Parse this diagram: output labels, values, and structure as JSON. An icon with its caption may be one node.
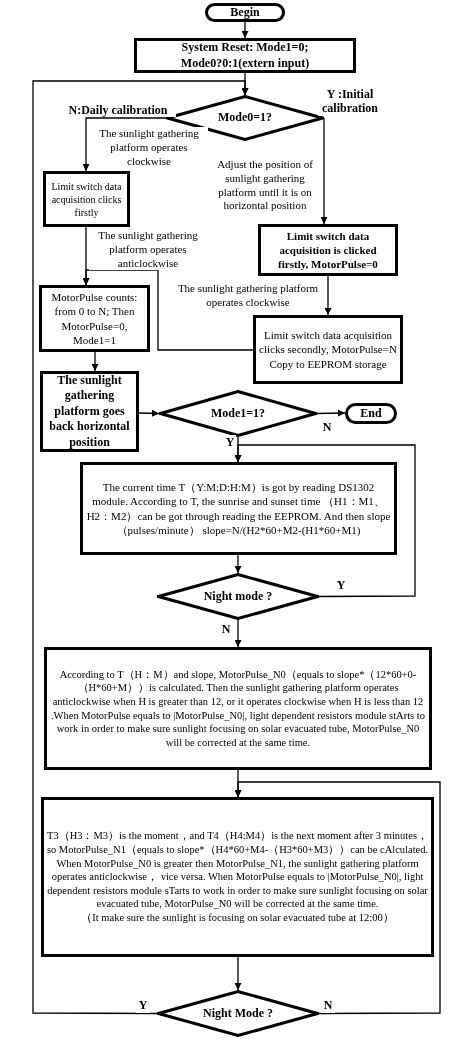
{
  "diagram": {
    "nodes": [
      {
        "text": [
          "Begin"
        ]
      },
      {
        "text": [
          "System Reset: Mode1=0; Mode0?0:1(extern input)"
        ]
      },
      {
        "text": [
          "Mode0=1?"
        ]
      },
      {
        "text": [
          "Limit switch data acquisition clicks firstly"
        ]
      },
      {
        "text": [
          "**Limit switch** data **acquisition is clicked firstly,** MotorPulse=0"
        ]
      },
      {
        "text": [
          "MotorPulse counts: from 0 to N; Then MotorPulse=0, Mode1=1"
        ]
      },
      {
        "text": [
          "Limit switch data acquisition clicks secondly, MotorPulse=N Copy to EEPROM storage"
        ]
      },
      {
        "text": [
          "The sunlight gathering platform goes back horizontal position"
        ]
      },
      {
        "text": [
          "Mode1=1?"
        ]
      },
      {
        "text": [
          "End"
        ]
      },
      {
        "text": [
          "The current time T（Y:M:D:H:M）is got by reading DS1302 module. According to T, the sunrise and sunset time （H1：M1、H2：M2）can be got through reading the EEPROM. And then slope（pulses/minute） slope=N/(H2*60+M2-(H1*60+M1)"
        ]
      },
      {
        "text": [
          "Night mode ?"
        ]
      },
      {
        "text": [
          "According to T（H：M）and slope, MotorPulse_N0（equals to slope*（12*60+0-（H*60+M））is calculated. Then the sunlight gathering platform operates anticlockwise when H is greater than 12, or it operates clockwise when H is less than 12 .When MotorPulse equals to |MotorPulse_N0|, light dependent resistors module stArts to work in order to make sure sunlight focusing on solar evacuated tube, MotorPulse_N0 will be corrected at the same time."
        ]
      },
      {
        "text": [
          "T3（H3：M3）is the moment，and T4（H4:M4）is the next moment after 3 minutes，so MotorPulse_N1（equals to slope*（H4*60+M4-（H3*60+M3））can be cAlculated. When MotorPulse_N0 is greater then MotorPulse_N1, the sunlight gathering platform operates anticlockwise， vice versa. When MotorPulse equals to |MotorPulse_N0|, light dependent resistors module sTarts to work in order to make sure sunlight focusing on solar evacuated tube, MotorPulse_N0 will be corrected at the same time.",
          "（It make sure the sunlight is focusing on solar evacuated tube at 12:00）"
        ]
      },
      {
        "text": [
          "Night Mode ?"
        ]
      }
    ],
    "edges": [
      {
        "from": 0,
        "to": 1,
        "arrow": "to"
      },
      {
        "from": 1,
        "to": 2,
        "arrow": "to"
      },
      {
        "from": 2,
        "to": 3,
        "arrow": "to",
        "label": "The sunlight gathering platform operates clockwise"
      },
      {
        "from": 2,
        "to": 4,
        "arrow": "to",
        "label": "Adjust the position of sunlight gathering platform until it is on horizontal position"
      },
      {
        "from": 3,
        "to": 5,
        "arrow": "to",
        "label": "The sunlight gathering platform operates anticlockwise"
      },
      {
        "from": 4,
        "to": 6,
        "arrow": "to",
        "label": "The sunlight gathering platform operates clockwise"
      },
      {
        "from": 6,
        "to": 5,
        "arrow": "to"
      },
      {
        "from": 5,
        "to": 7,
        "arrow": "to"
      },
      {
        "from": 7,
        "to": 8,
        "arrow": "to"
      },
      {
        "from": 8,
        "to": 9,
        "arrow": "to",
        "label": "N"
      },
      {
        "from": 8,
        "to": 10,
        "arrow": "to",
        "label": "Y"
      },
      {
        "from": 10,
        "to": 11,
        "arrow": "to"
      },
      {
        "from": 11,
        "to": 10,
        "arrow": "to",
        "label": "Y"
      },
      {
        "from": 11,
        "to": 12,
        "arrow": "to",
        "label": "N"
      },
      {
        "from": 12,
        "to": 13,
        "arrow": "to"
      },
      {
        "from": 13,
        "to": 14,
        "arrow": "to"
      },
      {
        "from": 14,
        "to": 2,
        "arrow": "to",
        "label": "Y"
      },
      {
        "from": 14,
        "to": 13,
        "arrow": "to",
        "label": "N"
      }
    ],
    "labels": [
      "N:Daily calibration",
      "Y :Initial calibration"
    ]
  }
}
